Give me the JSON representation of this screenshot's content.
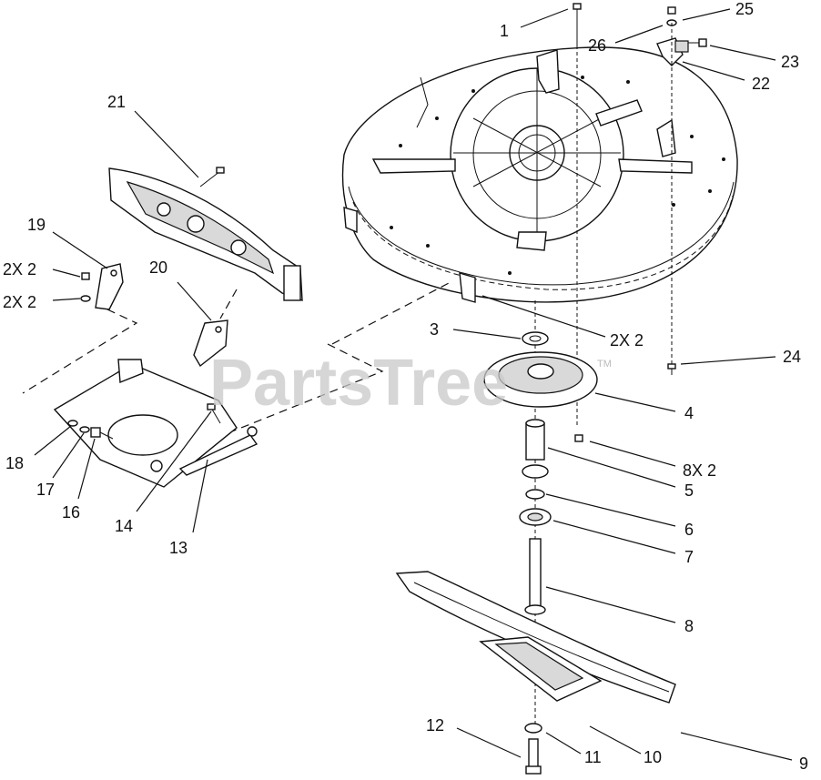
{
  "watermark": {
    "text": "PartsTree",
    "trademark": "TM"
  },
  "callouts": [
    {
      "id": "c1",
      "text": "1"
    },
    {
      "id": "c25",
      "text": "25"
    },
    {
      "id": "c26",
      "text": "26"
    },
    {
      "id": "c23",
      "text": "23"
    },
    {
      "id": "c22",
      "text": "22"
    },
    {
      "id": "c21",
      "text": "21"
    },
    {
      "id": "c19",
      "text": "19"
    },
    {
      "id": "c2x2a",
      "text": "2X 2"
    },
    {
      "id": "c2x2b",
      "text": "2X 2"
    },
    {
      "id": "c20",
      "text": "20"
    },
    {
      "id": "c3",
      "text": "3"
    },
    {
      "id": "c2x2c",
      "text": "2X 2"
    },
    {
      "id": "c24",
      "text": "24"
    },
    {
      "id": "c4",
      "text": "4"
    },
    {
      "id": "c8x2",
      "text": "8X 2"
    },
    {
      "id": "c5",
      "text": "5"
    },
    {
      "id": "c6",
      "text": "6"
    },
    {
      "id": "c7",
      "text": "7"
    },
    {
      "id": "c8",
      "text": "8"
    },
    {
      "id": "c18",
      "text": "18"
    },
    {
      "id": "c17",
      "text": "17"
    },
    {
      "id": "c16",
      "text": "16"
    },
    {
      "id": "c14",
      "text": "14"
    },
    {
      "id": "c13",
      "text": "13"
    },
    {
      "id": "c12",
      "text": "12"
    },
    {
      "id": "c11",
      "text": "11"
    },
    {
      "id": "c10",
      "text": "10"
    },
    {
      "id": "c9",
      "text": "9"
    }
  ]
}
